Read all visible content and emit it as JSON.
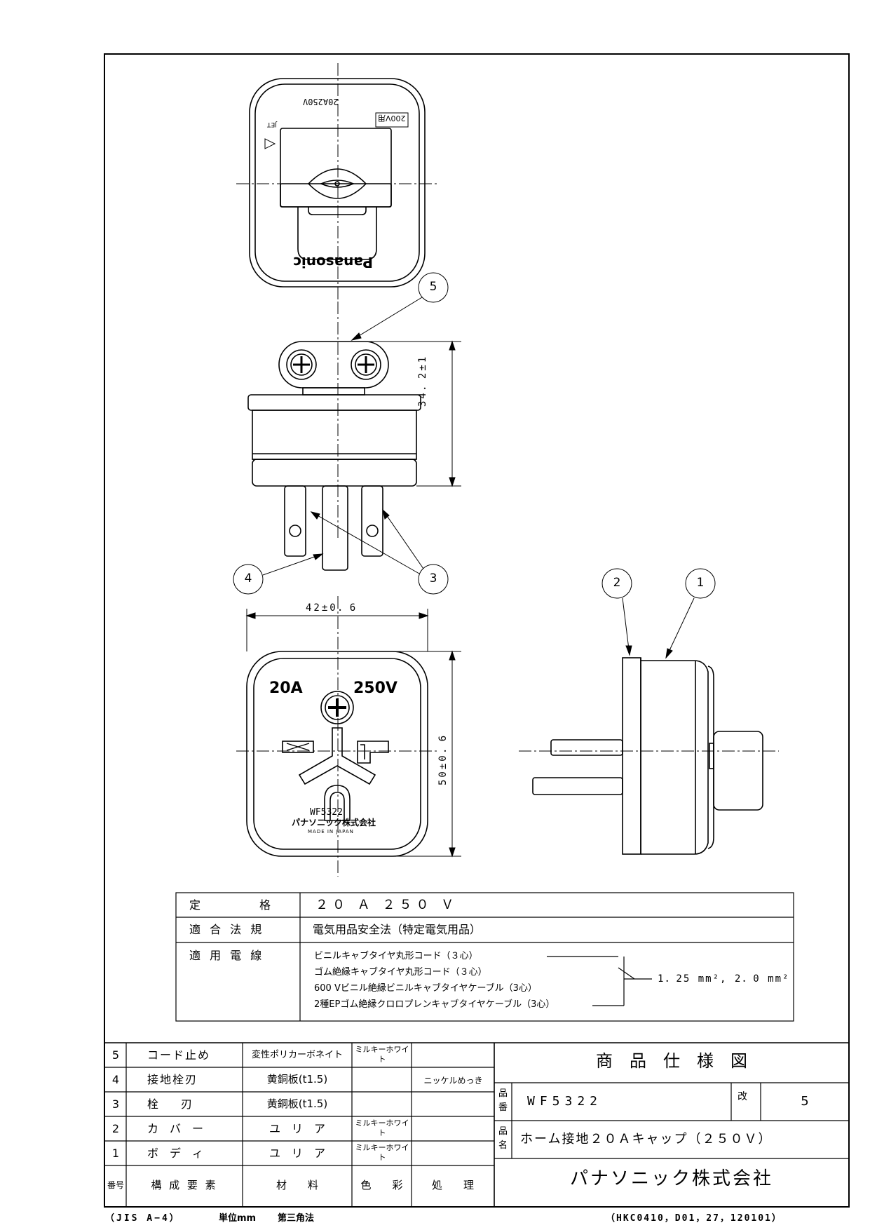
{
  "plug_top": {
    "rating_mark": "20A250V",
    "jet_mark": "JET",
    "voltage_badge": "200V用",
    "brand": "Panasonic"
  },
  "plug_face": {
    "rating_current": "20A",
    "rating_voltage": "250V",
    "model": "WF5322",
    "maker": "パナソニック株式会社",
    "origin": "MADE IN JAPAN"
  },
  "dimensions": {
    "height": "34．2±1",
    "width": "42±0．6",
    "depth": "50±0．6"
  },
  "callouts": [
    "5",
    "4",
    "3",
    "2",
    "1"
  ],
  "spec_table": {
    "rows": [
      {
        "label": "定　　　　格",
        "value": "２０ Ａ ２５０ Ｖ"
      },
      {
        "label": "適 合 法 規",
        "value": "電気用品安全法（特定電気用品）"
      },
      {
        "label": "適 用 電 線",
        "values": [
          "ビニルキャブタイヤ丸形コード（３心）",
          "ゴム絶縁キャブタイヤ丸形コード（３心）",
          "600 Vビニル絶縁ビニルキャブタイヤケーブル（3心）",
          "2種EPゴム絶縁クロロプレンキャブタイヤケーブル（3心）"
        ],
        "wire_size": "1．25 mm², 2．0 mm²"
      }
    ]
  },
  "parts_table": {
    "headers": {
      "no": "番号",
      "component": "構 成 要 素",
      "material": "材　　料",
      "color": "色　　彩",
      "treatment": "処　　理"
    },
    "rows": [
      {
        "no": "5",
        "component": "コード止め",
        "material": "変性ポリカーボネイト",
        "color": "ミルキーホワイト",
        "treatment": ""
      },
      {
        "no": "4",
        "component": "接地栓刃",
        "material": "黄銅板(t1.5)",
        "color": "",
        "treatment": "ニッケルめっき"
      },
      {
        "no": "3",
        "component": "栓　　刃",
        "material": "黄銅板(t1.5)",
        "color": "",
        "treatment": ""
      },
      {
        "no": "2",
        "component": "カ　バ　ー",
        "material": "ユ　リ　ア",
        "color": "ミルキーホワイト",
        "treatment": ""
      },
      {
        "no": "1",
        "component": "ボ　デ　ィ",
        "material": "ユ　リ　ア",
        "color": "ミルキーホワイト",
        "treatment": ""
      }
    ]
  },
  "title_block": {
    "title": "商　品　仕　様　図",
    "part_no_label": "品番",
    "part_no": "WF5322",
    "rev_label": "改",
    "rev": "5",
    "name_label": "品名",
    "name": "ホーム接地２０Ａキャップ（２５０Ｖ）",
    "company": "パナソニック株式会社"
  },
  "footer": {
    "paper": "（JIS A−4）",
    "unit": "単位mm",
    "projection": "第三角法",
    "doc_code": "（HKC0410，D01，27，120101）"
  }
}
